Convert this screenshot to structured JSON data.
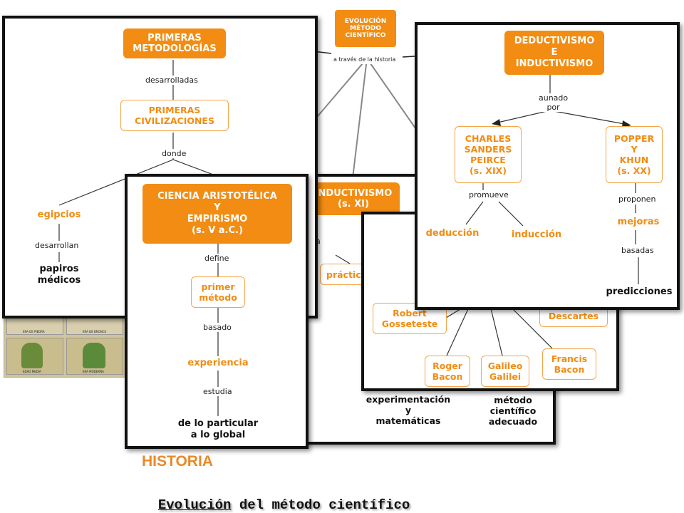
{
  "background_map": {
    "root": "EVOLUCIÓN\nMÉTODO\nCIENTÍFICO",
    "root_link": "a través de la historia"
  },
  "panel1": {
    "n1": "PRIMERAS\nMETODOLOGÍAS",
    "l1": "desarrolladas",
    "n2": "PRIMERAS\nCIVILIZACIONES",
    "l2": "donde",
    "n3": "egipcios",
    "l3": "desarrollan",
    "n4": "papiros\nmédicos"
  },
  "panel2": {
    "n1": "CIENCIA ARISTOTÉLICA\nY\nEMPIRISMO\n(s. V a.C.)",
    "l1": "define",
    "n2": "primer\nmétodo",
    "l2": "basado",
    "n3": "experiencia",
    "l3": "estudia",
    "n4": "de lo particular\na lo global"
  },
  "panel3": {
    "n1": "INDUCTIVISMO\n(s. XI)",
    "l1_partial": "ina",
    "n2_partial": "práctic",
    "n3": "experimentación\ny\nmatemáticas",
    "n4": "método\ncientífico\nadecuado"
  },
  "panel4": {
    "n1": "Robert\nGosseteste",
    "n2": "Roger\nBacon",
    "n3": "Galileo\nGalilei",
    "n4": "Francis\nBacon",
    "n5": "Descartes"
  },
  "panel5": {
    "n1": "DEDUCTIVISMO\nE\nINDUCTIVISMO",
    "l1": "aunado\npor",
    "n2": "CHARLES\nSANDERS\nPEIRCE\n(s. XIX)",
    "n3": "POPPER\nY\nKHUN\n(s. XX)",
    "l2": "promueve",
    "l3": "proponen",
    "n4": "deducción",
    "n5": "inducción",
    "n6": "mejoras",
    "l4": "basadas",
    "n7": "predicciones"
  },
  "thumbnail": {
    "labels": [
      "ERA DE PIEDRA",
      "ERA DE BRONCE",
      "EDAD MEDIA",
      "ERA MODERNA"
    ]
  },
  "caption": {
    "category": "HISTORIA",
    "title_underlined": "Evolución",
    "title_rest": " del método científico"
  },
  "colors": {
    "orange": "#f28c12",
    "category": "#e8892a"
  }
}
